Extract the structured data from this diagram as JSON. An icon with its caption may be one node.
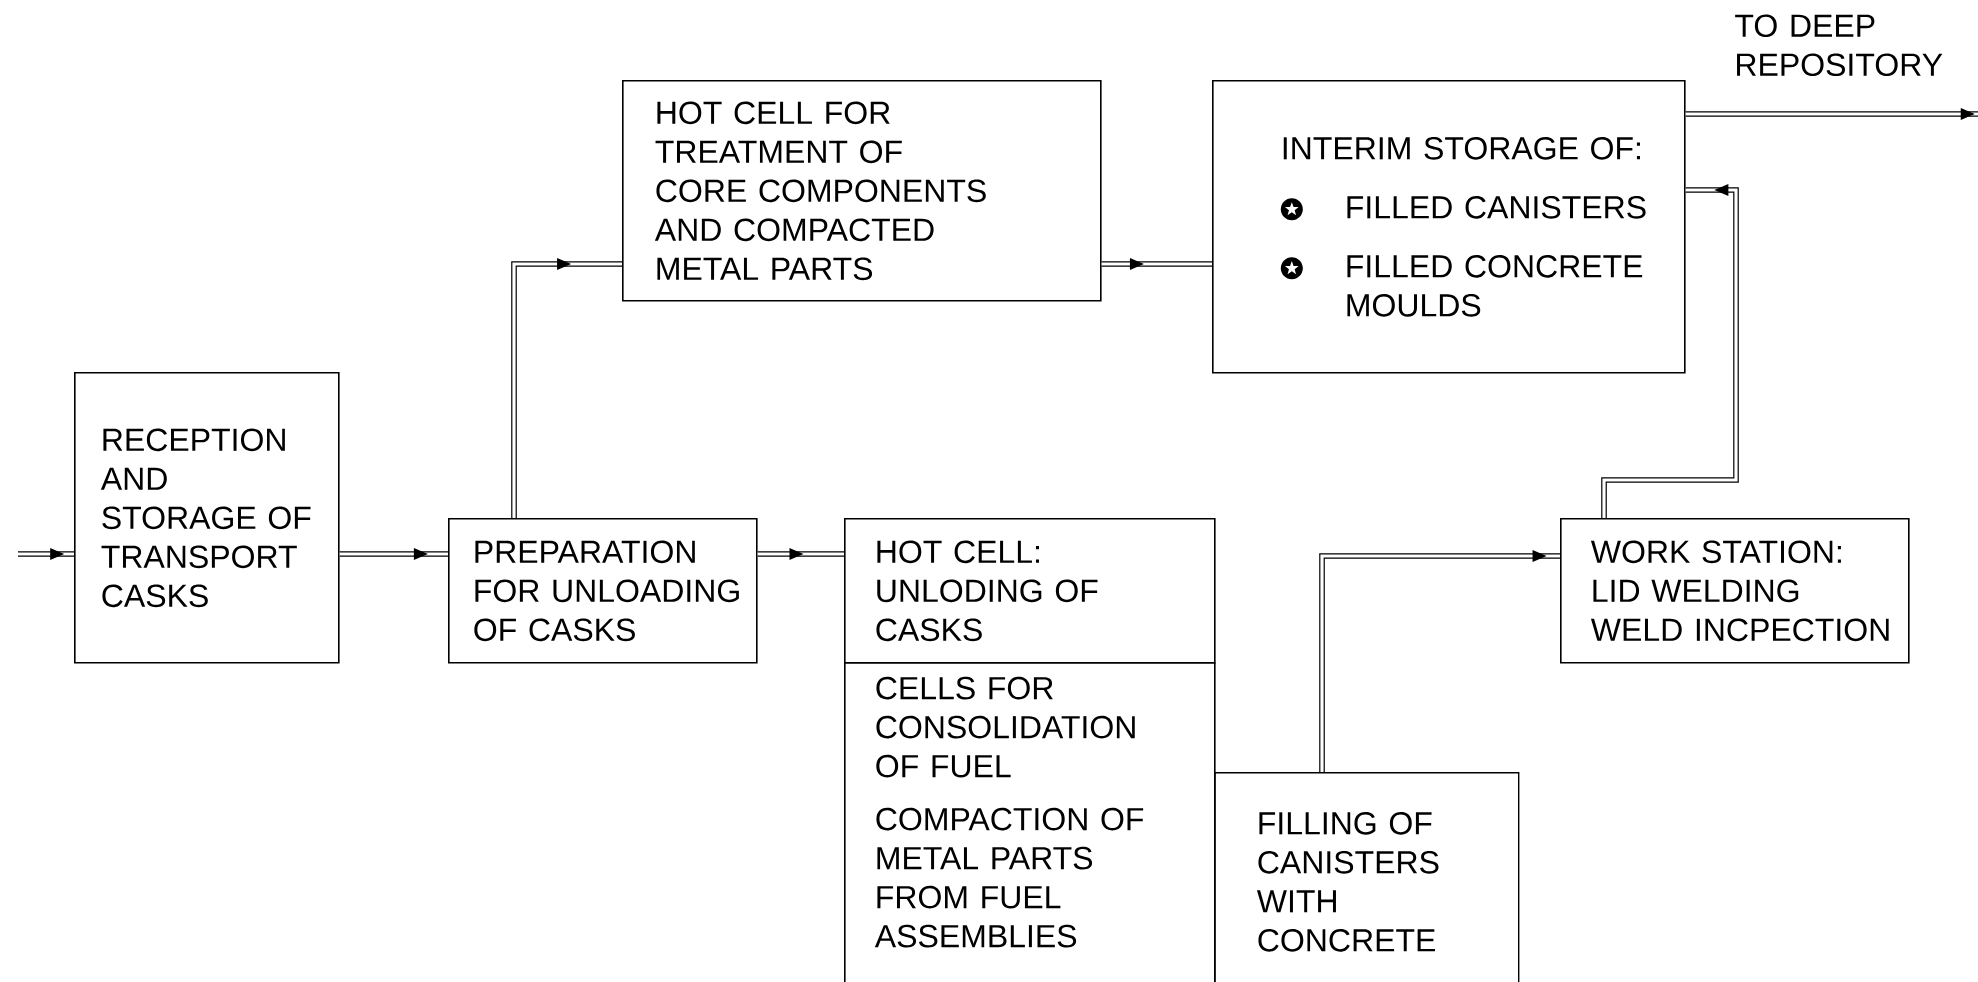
{
  "diagram": {
    "nodes": [
      {
        "text": [
          "RECEPTION AND STORAGE OF TRANSPORT CASKS"
        ]
      },
      {
        "text": [
          "PREPARATION FOR UNLOADING OF CASKS"
        ]
      },
      {
        "text": [
          "HOT CELL FOR TREATMENT OF CORE COMPONENTS AND COMPACTED METAL PARTS"
        ]
      },
      {
        "text": [
          "INTERIM STORAGE OF:",
          "FILLED CANISTERS",
          "FILLED CONCRETE MOULDS"
        ]
      },
      {
        "text": [
          "HOT CELL: UNLODING OF CASKS"
        ]
      },
      {
        "text": [
          "CELLS FOR CONSOLIDATION OF FUEL",
          "COMPACTION OF METAL PARTS FROM FUEL ASSEMBLIES"
        ]
      },
      {
        "text": [
          "FILLING OF CANISTERS WITH CONCRETE"
        ]
      },
      {
        "text": [
          "WORK STATION: LID WELDING WELD INCPECTION"
        ]
      }
    ],
    "edges": [
      {
        "from": null,
        "to": 0,
        "arrow": "to"
      },
      {
        "from": 0,
        "to": 1,
        "arrow": "to"
      },
      {
        "from": 1,
        "to": 2,
        "arrow": "to"
      },
      {
        "from": 1,
        "to": 4,
        "arrow": "to"
      },
      {
        "from": 2,
        "to": 3,
        "arrow": "to"
      },
      {
        "from": 3,
        "to": null,
        "arrow": "to",
        "label": "TO DEEP REPOSITORY"
      },
      {
        "from": 7,
        "to": 3,
        "arrow": "to"
      },
      {
        "from": 6,
        "to": 7,
        "arrow": "to"
      }
    ]
  }
}
